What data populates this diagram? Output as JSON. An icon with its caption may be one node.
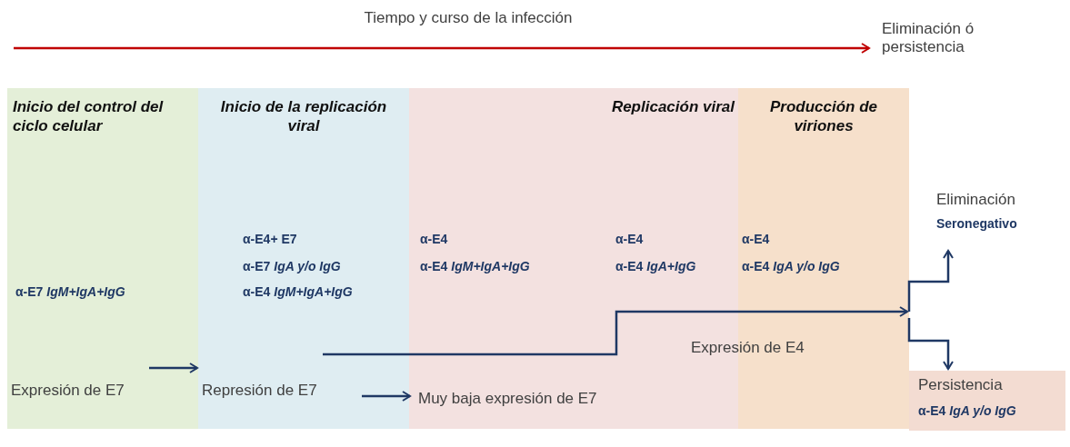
{
  "diagram": {
    "title": "Tiempo y curso de la infección",
    "nodes": [
      {
        "text": [
          "Inicio del control del ciclo celular"
        ]
      },
      {
        "text": [
          "Inicio de la replicación viral"
        ]
      },
      {
        "text": [
          "Replicación viral"
        ]
      },
      {
        "text": [
          "Producción de viriones"
        ]
      },
      {
        "text": [
          "Persistencia",
          "α-E4 *IgA y/o IgG*"
        ]
      },
      {
        "text": [
          "Eliminación",
          "Seronegativo"
        ]
      },
      {
        "text": [
          "Eliminación ó persistencia"
        ]
      },
      {
        "text": [
          "Expresión de E7"
        ],
        "in": 0
      },
      {
        "text": [
          "Represión de E7"
        ],
        "in": 1
      },
      {
        "text": [
          "Muy baja expresión de E7"
        ],
        "in": 2
      }
    ],
    "edges": [
      {
        "from": null,
        "to": 6,
        "arrow": "to",
        "color": "#c00000"
      },
      {
        "from": 7,
        "to": 8,
        "arrow": "to"
      },
      {
        "from": 8,
        "to": 9,
        "arrow": "to"
      },
      {
        "from": null,
        "to": 5,
        "arrow": "to"
      },
      {
        "from": null,
        "to": 4,
        "arrow": "to"
      }
    ],
    "labels": [
      "α-E7 *IgM+IgA+IgG*",
      "α-E4+ E7",
      "α-E7 *IgA y/o IgG*",
      "α-E4 *IgM+IgA+IgG*",
      "α-E4",
      "α-E4 *IgM+IgA+IgG*",
      "α-E4",
      "α-E4 *IgA+IgG*",
      "α-E4",
      "α-E4 *IgA y/o IgG*",
      "Expresión de E4"
    ]
  }
}
